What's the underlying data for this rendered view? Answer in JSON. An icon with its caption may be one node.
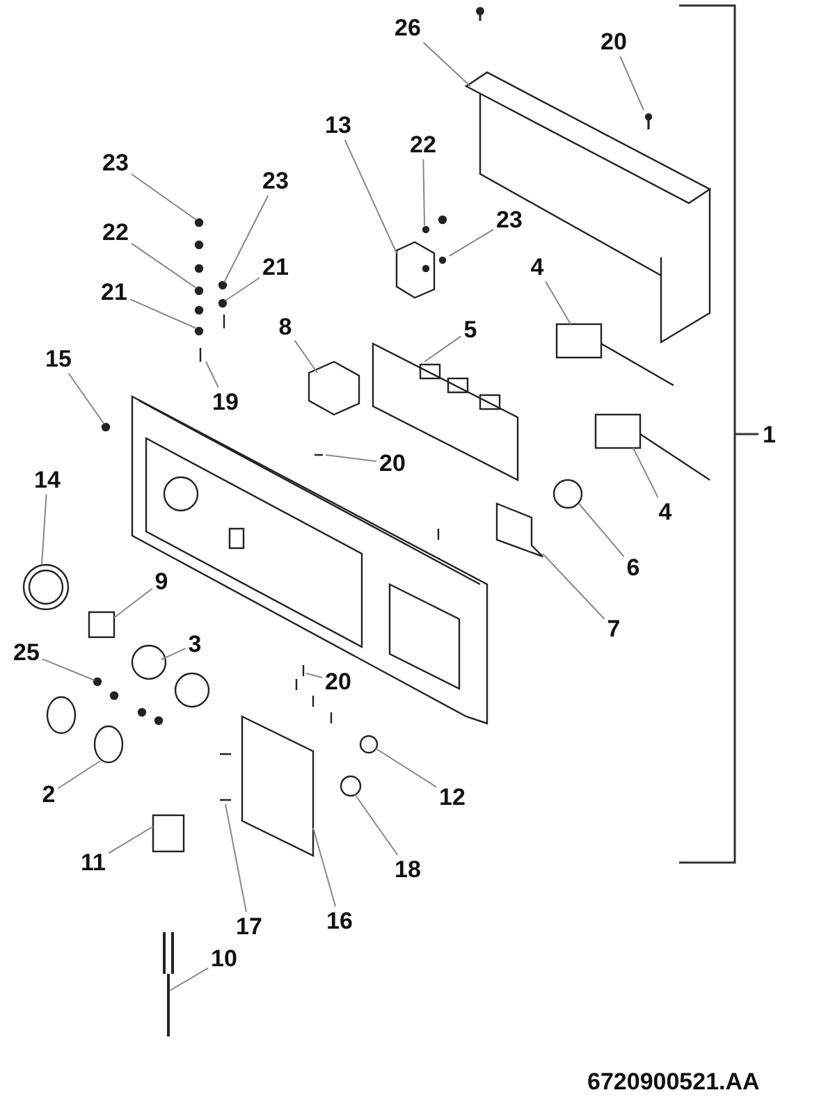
{
  "diagram": {
    "nodes": [
      {
        "text": [
          "26"
        ]
      },
      {
        "text": [
          "20"
        ]
      },
      {
        "text": [
          "13"
        ]
      },
      {
        "text": [
          "22"
        ]
      },
      {
        "text": [
          "23"
        ]
      },
      {
        "text": [
          "23"
        ]
      },
      {
        "text": [
          "23"
        ]
      },
      {
        "text": [
          "22"
        ]
      },
      {
        "text": [
          "21"
        ]
      },
      {
        "text": [
          "21"
        ]
      },
      {
        "text": [
          "4"
        ]
      },
      {
        "text": [
          "5"
        ]
      },
      {
        "text": [
          "8"
        ]
      },
      {
        "text": [
          "15"
        ]
      },
      {
        "text": [
          "19"
        ]
      },
      {
        "text": [
          "20"
        ]
      },
      {
        "text": [
          "14"
        ]
      },
      {
        "text": [
          "4"
        ]
      },
      {
        "text": [
          "6"
        ]
      },
      {
        "text": [
          "9"
        ]
      },
      {
        "text": [
          "7"
        ]
      },
      {
        "text": [
          "3"
        ]
      },
      {
        "text": [
          "25"
        ]
      },
      {
        "text": [
          "20"
        ]
      },
      {
        "text": [
          "2"
        ]
      },
      {
        "text": [
          "12"
        ]
      },
      {
        "text": [
          "11"
        ]
      },
      {
        "text": [
          "18"
        ]
      },
      {
        "text": [
          "17"
        ]
      },
      {
        "text": [
          "16"
        ]
      },
      {
        "text": [
          "10"
        ]
      },
      {
        "text": [],
        "shape": "picture"
      },
      {
        "text": [],
        "shape": "circle"
      }
    ],
    "edges": [
      {
        "from": 0,
        "to": null,
        "arrow": "none"
      },
      {
        "from": 1,
        "to": 31,
        "arrow": "none"
      },
      {
        "from": 2,
        "to": null,
        "arrow": "none"
      },
      {
        "from": 3,
        "to": null,
        "arrow": "none"
      },
      {
        "from": 4,
        "to": null,
        "arrow": "none"
      },
      {
        "from": 5,
        "to": null,
        "arrow": "none"
      },
      {
        "from": 6,
        "to": 32,
        "arrow": "none"
      },
      {
        "from": 7,
        "to": null,
        "arrow": "none"
      },
      {
        "from": 8,
        "to": null,
        "arrow": "none"
      },
      {
        "from": 9,
        "to": null,
        "arrow": "none"
      },
      {
        "from": 10,
        "to": null,
        "arrow": "none"
      },
      {
        "from": 11,
        "to": null,
        "arrow": "none"
      },
      {
        "from": 12,
        "to": null,
        "arrow": "none"
      },
      {
        "from": 13,
        "to": null,
        "arrow": "none"
      },
      {
        "from": 14,
        "to": null,
        "arrow": "none"
      },
      {
        "from": 15,
        "to": null,
        "arrow": "none"
      },
      {
        "from": 16,
        "to": null,
        "arrow": "none"
      },
      {
        "from": 17,
        "to": null,
        "arrow": "none"
      },
      {
        "from": 18,
        "to": null,
        "arrow": "none"
      },
      {
        "from": 19,
        "to": null,
        "arrow": "none"
      },
      {
        "from": 20,
        "to": null,
        "arrow": "none"
      },
      {
        "from": 21,
        "to": null,
        "arrow": "none"
      },
      {
        "from": 22,
        "to": null,
        "arrow": "none"
      },
      {
        "from": 23,
        "to": null,
        "arrow": "none"
      },
      {
        "from": 24,
        "to": null,
        "arrow": "none"
      },
      {
        "from": 25,
        "to": null,
        "arrow": "none"
      },
      {
        "from": 26,
        "to": null,
        "arrow": "none"
      },
      {
        "from": 27,
        "to": null,
        "arrow": "none"
      },
      {
        "from": 28,
        "to": null,
        "arrow": "none"
      },
      {
        "from": 29,
        "to": null,
        "arrow": "none"
      },
      {
        "from": 30,
        "to": null,
        "arrow": "none"
      }
    ],
    "labels": [
      "1",
      "6720900521.AA"
    ]
  }
}
